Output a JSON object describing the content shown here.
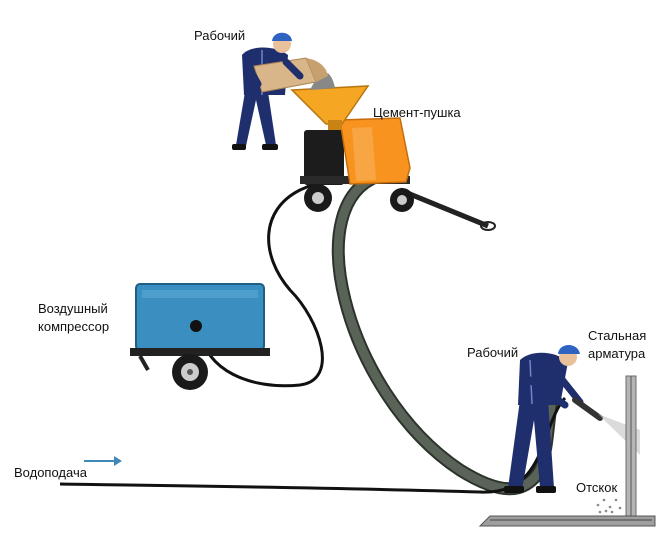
{
  "labels": {
    "worker_top": "Рабочий",
    "cement_gun": "Цемент-пушка",
    "compressor_line1": "Воздушный",
    "compressor_line2": "компрессор",
    "worker_right": "Рабочий",
    "rebar_line1": "Стальная",
    "rebar_line2": "арматура",
    "water_supply": "Водоподача",
    "rebound": "Отскок"
  },
  "colors": {
    "hopper": "#f5a623",
    "gun_body": "#f7931e",
    "compressor": "#3b8fc0",
    "overalls": "#1f2f6e",
    "helmet": "#2e63c2",
    "hose_material": "#4a5248",
    "hose_air": "#111111",
    "water_arrow": "#3f88b7",
    "cardboard": "#d9b58a"
  },
  "icons": {
    "worker": "worker-icon",
    "gun": "cement-gun-icon",
    "compressor": "air-compressor-icon",
    "nozzle": "spray-nozzle-icon",
    "arrow": "arrow-right-icon"
  }
}
